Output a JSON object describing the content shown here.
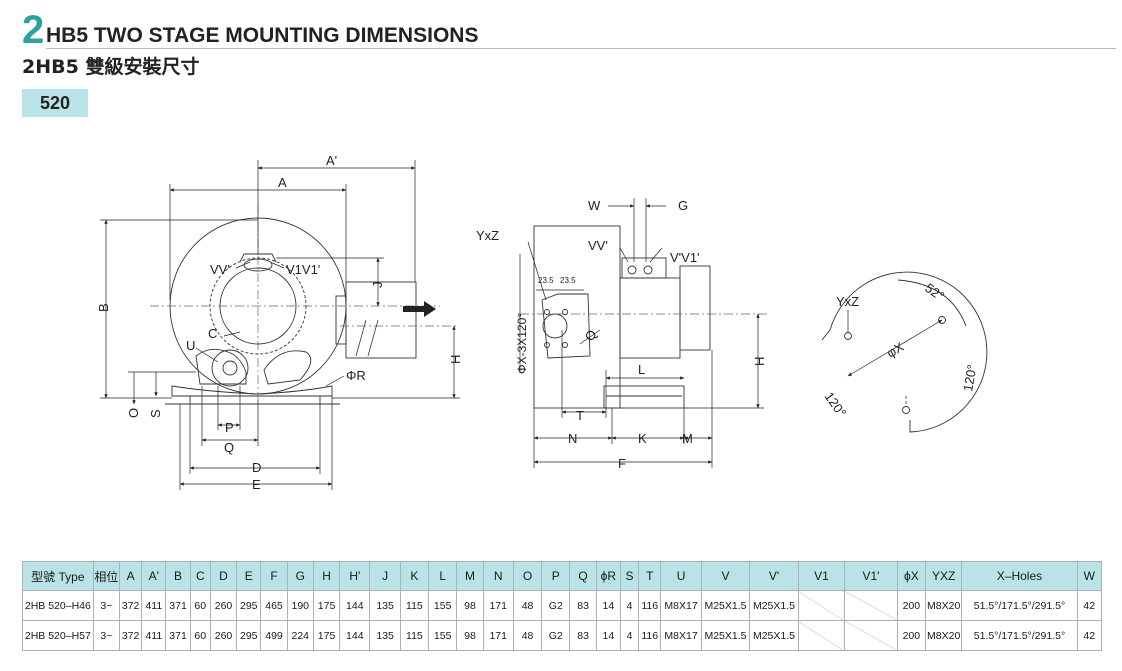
{
  "header": {
    "section_number": "2",
    "title_en": "HB5 TWO STAGE MOUNTING DIMENSIONS",
    "title_zh": "2HB5 雙級安裝尺寸",
    "model_tab": "520"
  },
  "drawing_labels": {
    "a_prime": "A'",
    "a": "A",
    "b": "B",
    "vv": "VV'",
    "v1v1": "V1V1'",
    "j": "J",
    "c": "C",
    "u": "U",
    "h_left": "H",
    "phi_r": "ΦR",
    "o": "O",
    "s": "S",
    "p": "P",
    "q_left": "Q",
    "d": "D",
    "e": "E",
    "w": "W",
    "g": "G",
    "yxz_mid": "YxZ",
    "vv_mid": "VV'",
    "vv1_mid": "V'V1'",
    "phi_x_3x120": "ΦX-3X120°",
    "d23_5_a": "23.5",
    "d23_5_b": "23.5",
    "q_mid": "Q",
    "h_mid": "H",
    "l": "L",
    "t": "T",
    "n": "N",
    "k": "K",
    "m": "M",
    "f": "F",
    "yxz_right": "YxZ",
    "angle_52": "52°",
    "phi_x": "φX",
    "angle_120_a": "120°",
    "angle_120_b": "120°"
  },
  "table": {
    "headers": [
      "型號 Type",
      "相位",
      "A",
      "A'",
      "B",
      "C",
      "D",
      "E",
      "F",
      "G",
      "H",
      "H'",
      "J",
      "K",
      "L",
      "M",
      "N",
      "O",
      "P",
      "Q",
      "ϕR",
      "S",
      "T",
      "U",
      "V",
      "V'",
      "V1",
      "V1'",
      "ϕX",
      "YXZ",
      "X–Holes",
      "W"
    ],
    "rows": [
      [
        "2HB 520–H46",
        "3~",
        "372",
        "411",
        "371",
        "60",
        "260",
        "295",
        "465",
        "190",
        "175",
        "144",
        "135",
        "115",
        "155",
        "98",
        "171",
        "48",
        "G2",
        "83",
        "14",
        "4",
        "116",
        "M8X17",
        "M25X1.5",
        "M25X1.5",
        "",
        "",
        "200",
        "M8X20",
        "51.5°/171.5°/291.5°",
        "42"
      ],
      [
        "2HB 520–H57",
        "3~",
        "372",
        "411",
        "371",
        "60",
        "260",
        "295",
        "499",
        "224",
        "175",
        "144",
        "135",
        "115",
        "155",
        "98",
        "171",
        "48",
        "G2",
        "83",
        "14",
        "4",
        "116",
        "M8X17",
        "M25X1.5",
        "M25X1.5",
        "",
        "",
        "200",
        "M8X20",
        "51.5°/171.5°/291.5°",
        "42"
      ]
    ]
  }
}
